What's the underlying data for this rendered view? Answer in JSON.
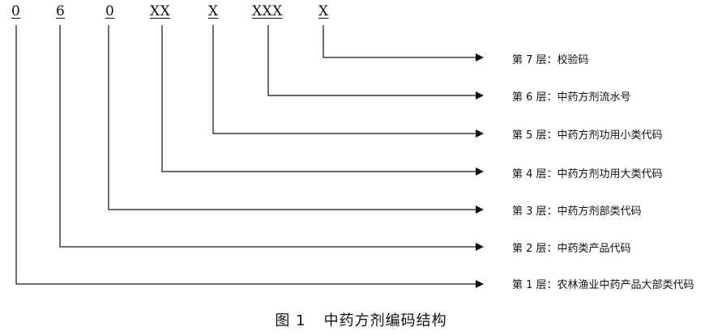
{
  "code_segments": [
    "0",
    "6",
    "0",
    "XX",
    "X",
    "XXX",
    "X"
  ],
  "layers": [
    "第 7 层：校验码",
    "第 6 层：中药方剂流水号",
    "第 5 层：中药方剂功用小类代码",
    "第 4 层：中药方剂功用大类代码",
    "第 3 层：中药方剂部类代码",
    "第 2 层：中药类产品代码",
    "第 1 层：农林渔业中药产品大部类代码"
  ],
  "caption": {
    "number": "图 1",
    "title": "中药方剂编码结构"
  }
}
